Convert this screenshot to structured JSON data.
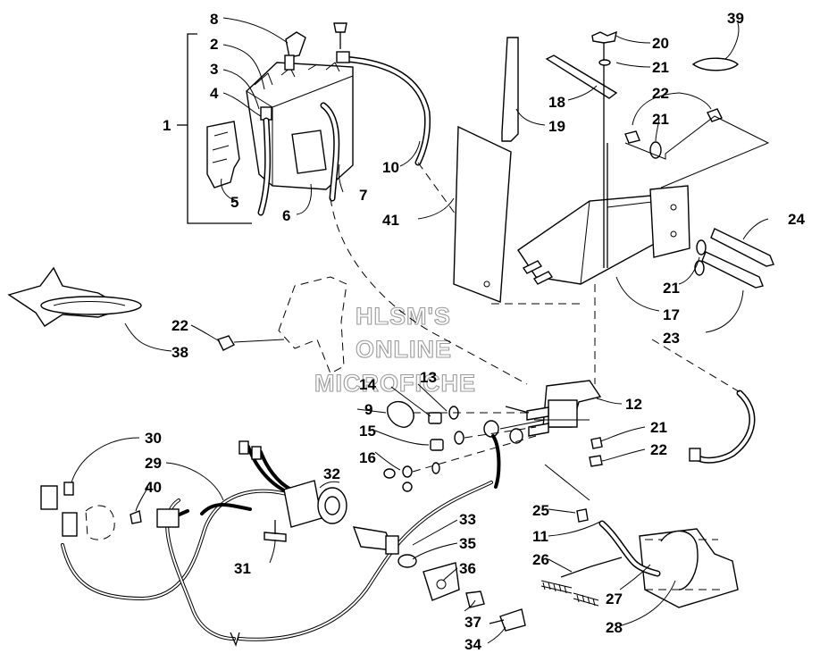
{
  "watermark": {
    "line1": "HLSM'S",
    "line2": "ONLINE",
    "line3": "MICROFICHE"
  },
  "callouts": {
    "c1": "1",
    "c2": "2",
    "c3": "3",
    "c4": "4",
    "c5": "5",
    "c6": "6",
    "c7": "7",
    "c8": "8",
    "c9": "9",
    "c10": "10",
    "c11": "11",
    "c12": "12",
    "c13": "13",
    "c14": "14",
    "c15": "15",
    "c16": "16",
    "c17": "17",
    "c18": "18",
    "c19": "19",
    "c20": "20",
    "c21a": "21",
    "c21b": "21",
    "c21c": "21",
    "c21d": "21",
    "c22a": "22",
    "c22b": "22",
    "c22c": "22",
    "c23": "23",
    "c24": "24",
    "c25": "25",
    "c26": "26",
    "c27": "27",
    "c28": "28",
    "c29": "29",
    "c30": "30",
    "c31": "31",
    "c32": "32",
    "c33": "33",
    "c34": "34",
    "c35": "35",
    "c36": "36",
    "c37": "37",
    "c38": "38",
    "c39": "39",
    "c40": "40",
    "c41": "41"
  }
}
